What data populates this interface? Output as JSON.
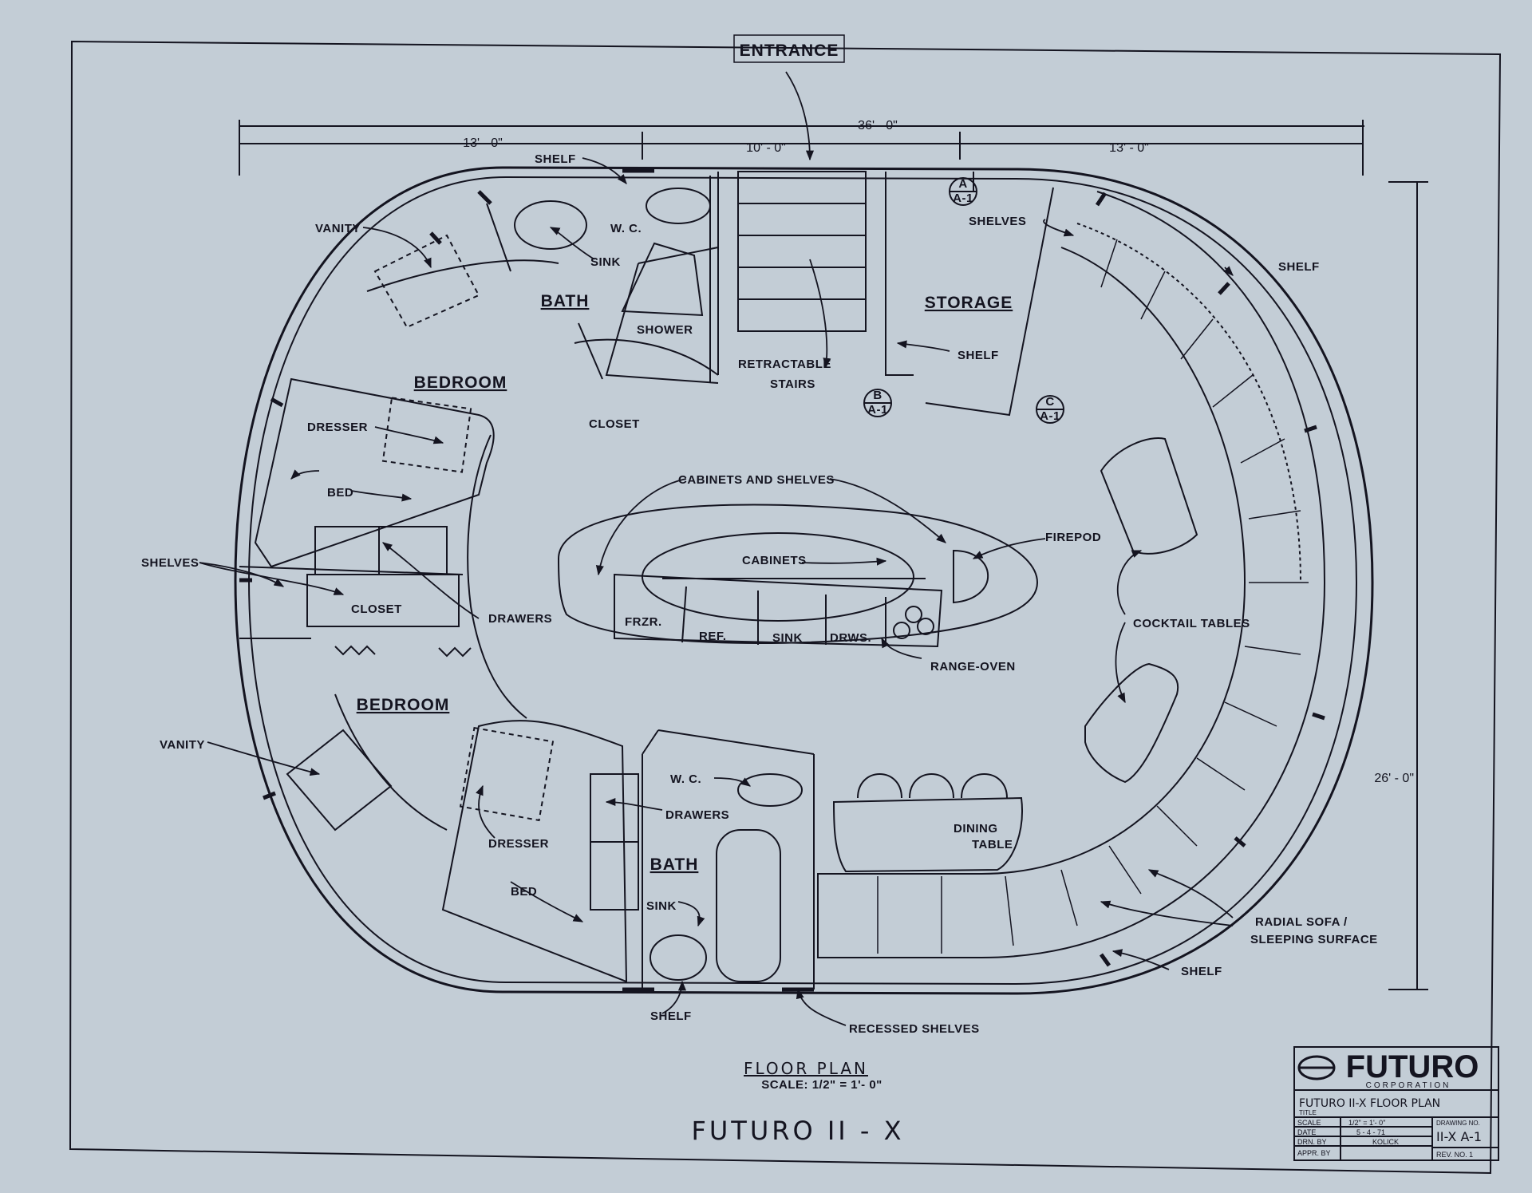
{
  "colors": {
    "paper": "#c3cdd6",
    "ink": "#141420"
  },
  "dimensions": {
    "overall": "36' - 0\"",
    "left": "13' - 0\"",
    "middle": "10' - 0\"",
    "right": "13' - 0\"",
    "depth": "26' - 0\""
  },
  "rooms": {
    "entrance": "ENTRANCE",
    "bath_top": "BATH",
    "bedroom_top": "BEDROOM",
    "storage": "STORAGE",
    "bedroom_bottom": "BEDROOM",
    "bath_bottom": "BATH"
  },
  "labels": {
    "shelf_top": "SHELF",
    "wc_top": "W. C.",
    "sink_top": "SINK",
    "vanity_top": "VANITY",
    "shower": "SHOWER",
    "closet_top": "CLOSET",
    "retractable_stairs_1": "RETRACTABLE",
    "retractable_stairs_2": "STAIRS",
    "shelves_top": "SHELVES",
    "shelf_storage": "SHELF",
    "shelf_right": "SHELF",
    "dresser_top": "DRESSER",
    "bed_top": "BED",
    "cabinets_and_shelves": "CABINETS AND SHELVES",
    "cabinets": "CABINETS",
    "firepod": "FIREPOD",
    "shelves_left": "SHELVES",
    "closet_left": "CLOSET",
    "drawers_left": "DRAWERS",
    "frzr": "FRZR.",
    "ref": "REF.",
    "sink_kitchen": "SINK",
    "drws": "DRWS.",
    "range_oven": "RANGE-OVEN",
    "cocktail_tables": "COCKTAIL TABLES",
    "vanity_bottom": "VANITY",
    "wc_bottom": "W. C.",
    "drawers_bottom": "DRAWERS",
    "dresser_bottom": "DRESSER",
    "bed_bottom": "BED",
    "sink_bottom": "SINK",
    "dining_table_1": "DINING",
    "dining_table_2": "TABLE",
    "radial_sofa_1": "RADIAL SOFA /",
    "radial_sofa_2": "SLEEPING SURFACE",
    "shelf_sofa": "SHELF",
    "shelf_bottom": "SHELF",
    "recessed_shelves": "RECESSED SHELVES"
  },
  "section_markers": [
    {
      "letter": "A",
      "sheet": "A-1"
    },
    {
      "letter": "B",
      "sheet": "A-1"
    },
    {
      "letter": "C",
      "sheet": "A-1"
    }
  ],
  "footer": {
    "title": "FLOOR PLAN",
    "scale": "SCALE: 1/2\" = 1'- 0\"",
    "model": "FUTURO  II - X"
  },
  "title_block": {
    "brand": "FUTURO",
    "corporation": "CORPORATION",
    "title": "FUTURO II-X  FLOOR PLAN",
    "title_label": "TITLE",
    "scale_label": "SCALE",
    "scale_value": "1/2\" = 1'- 0\"",
    "date_label": "DATE",
    "date_value": "5 - 4 - 71",
    "drn_label": "DRN. BY",
    "drn_value": "KOLICK",
    "appr_label": "APPR. BY",
    "drawing_no_label": "DRAWING NO.",
    "drawing_no_value": "II-X  A-1",
    "rev_label": "REV. NO. 1"
  }
}
